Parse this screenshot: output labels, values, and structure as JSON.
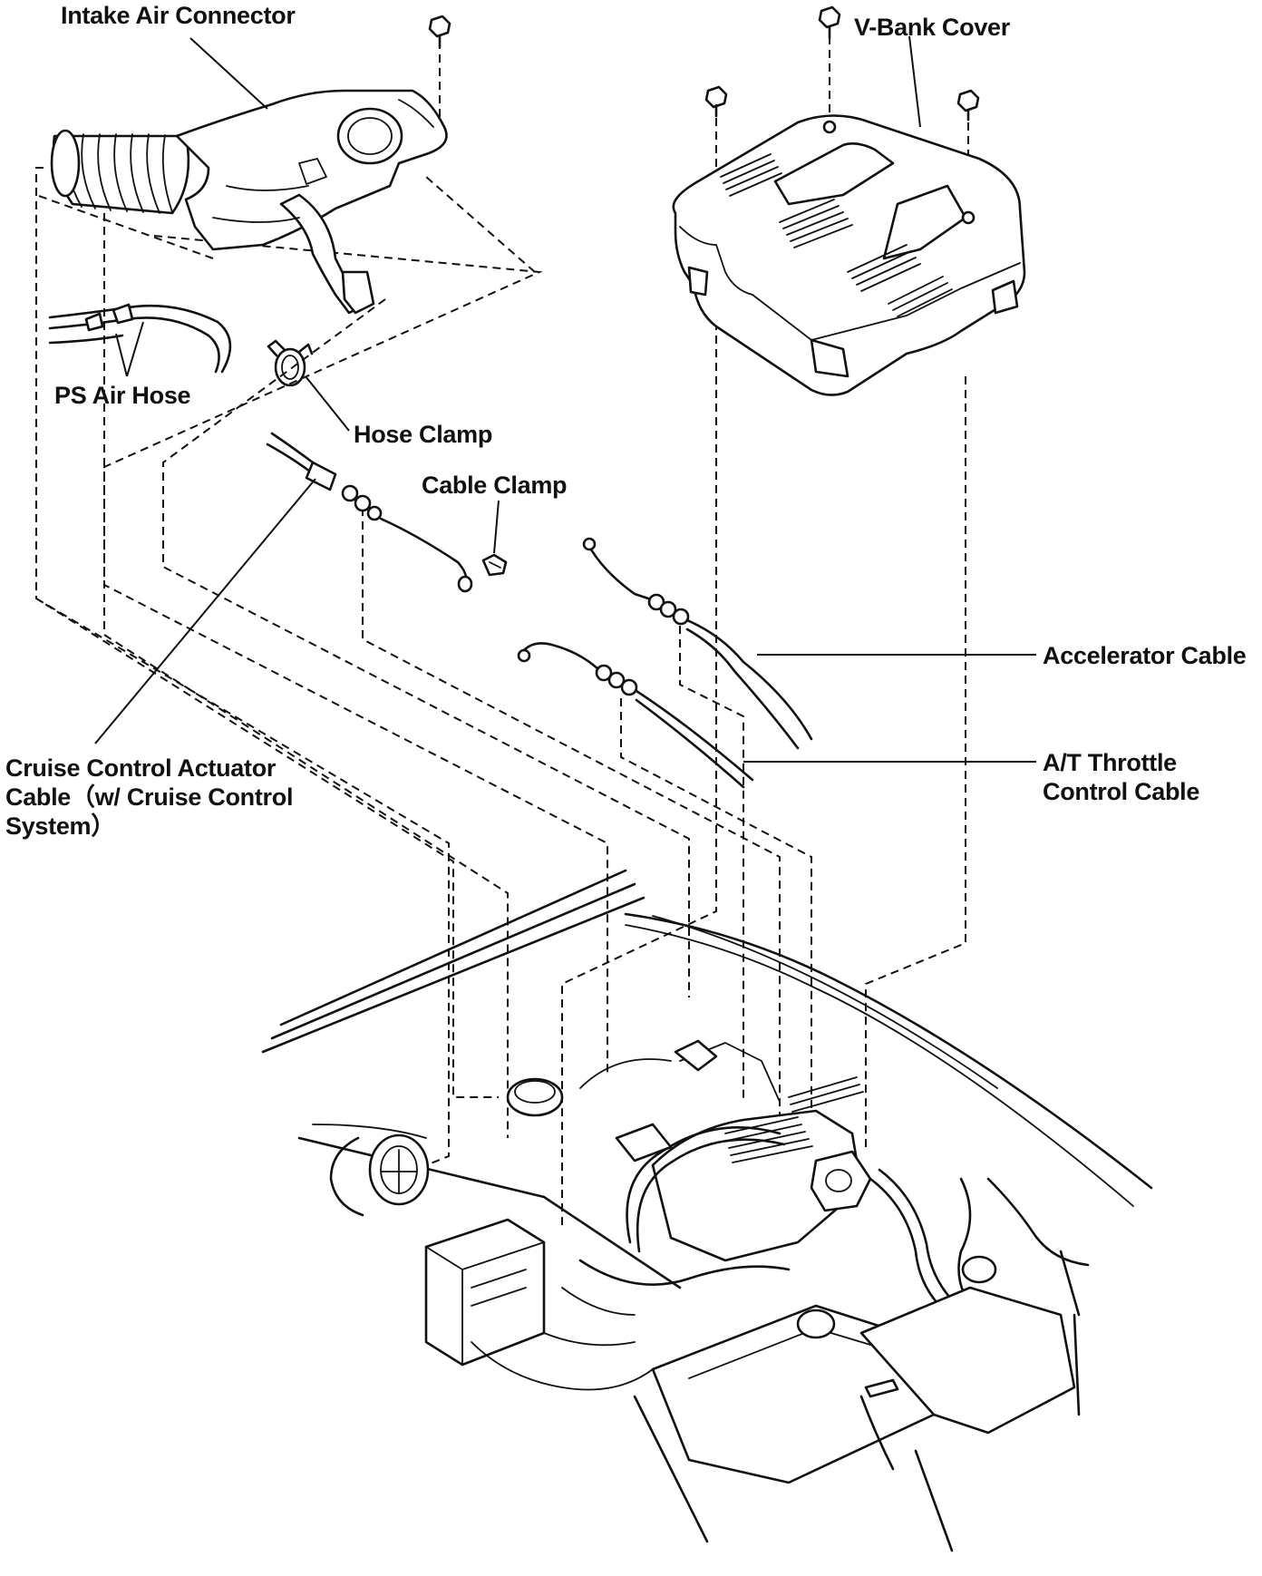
{
  "labels": {
    "intake_air_connector": "Intake Air Connector",
    "v_bank_cover": "V-Bank Cover",
    "ps_air_hose": "PS Air Hose",
    "hose_clamp": "Hose Clamp",
    "cable_clamp": "Cable Clamp",
    "accelerator_cable": "Accelerator Cable",
    "at_throttle_line1": "A/T Throttle",
    "at_throttle_line2": "Control Cable",
    "cruise_line1": "Cruise Control Actuator",
    "cruise_line2": "Cable（w/ Cruise Control",
    "cruise_line3": "System）"
  },
  "icons": {
    "bolt": "bolt-icon"
  }
}
